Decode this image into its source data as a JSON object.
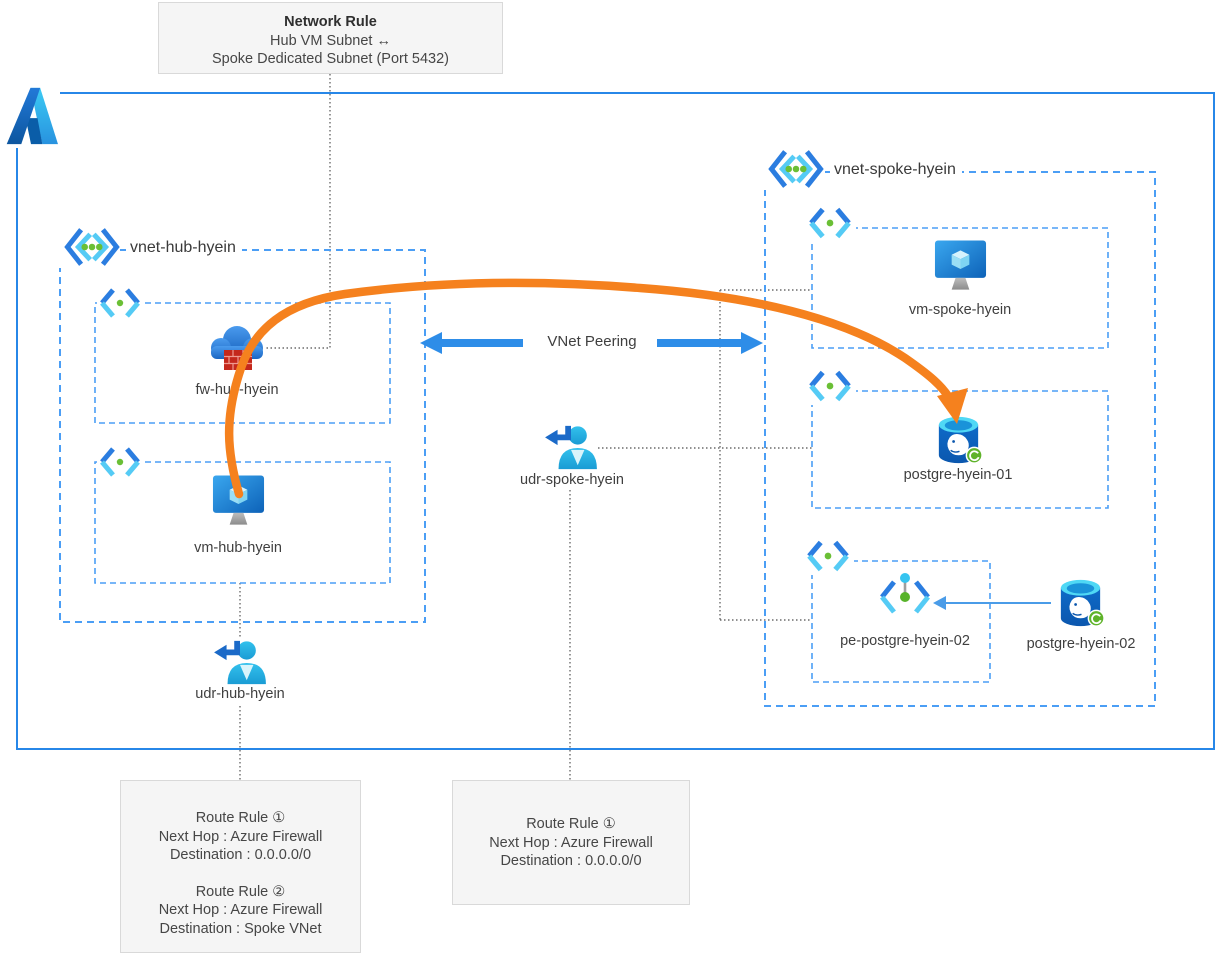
{
  "hub_vnet": {
    "label": "vnet-hub-hyein",
    "firewall": {
      "label": "fw-hub-hyein"
    },
    "vm": {
      "label": "vm-hub-hyein"
    },
    "udr": {
      "label": "udr-hub-hyein"
    }
  },
  "spoke_vnet": {
    "label": "vnet-spoke-hyein",
    "vm": {
      "label": "vm-spoke-hyein"
    },
    "postgres1": {
      "label": "postgre-hyein-01"
    },
    "private_endpoint": {
      "label": "pe-postgre-hyein-02"
    },
    "postgres2": {
      "label": "postgre-hyein-02"
    }
  },
  "middle": {
    "udr_label": "udr-spoke-hyein",
    "peering_label": "VNet Peering"
  },
  "notes": {
    "network_rule": {
      "title": "Network Rule",
      "line1": "Hub VM Subnet ↔",
      "line2": "Spoke Dedicated Subnet (Port 5432)"
    },
    "hub_route": {
      "rules": [
        {
          "title": "Route Rule ①",
          "next_hop": "Next Hop : Azure Firewall",
          "destination": "Destination : 0.0.0.0/0"
        },
        {
          "title": "Route Rule ②",
          "next_hop": "Next Hop : Azure Firewall",
          "destination": "Destination : Spoke VNet"
        }
      ]
    },
    "spoke_route": {
      "rules": [
        {
          "title": "Route Rule ①",
          "next_hop": "Next Hop : Azure Firewall",
          "destination": "Destination : 0.0.0.0/0"
        }
      ]
    }
  },
  "colors": {
    "azure_border": "#2787e8",
    "dashed_blue": "#4b9ef5",
    "flow_orange": "#F5811E",
    "peering_blue": "#2e8de8",
    "note_bg": "#f5f5f5",
    "note_border": "#d9d9d9",
    "green_dot": "#6abf35",
    "connector_gray": "#6b6b6b"
  }
}
